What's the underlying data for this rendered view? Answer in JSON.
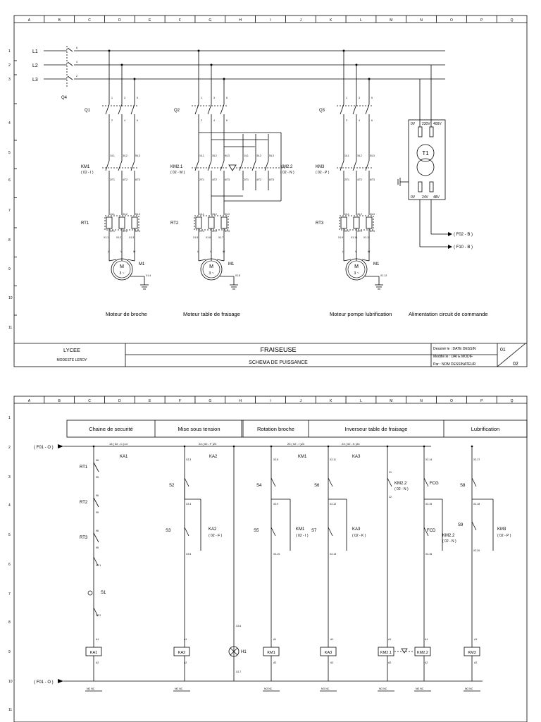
{
  "grid_columns": [
    "A",
    "B",
    "C",
    "D",
    "E",
    "F",
    "G",
    "H",
    "I",
    "J",
    "K",
    "L",
    "M",
    "N",
    "O",
    "P",
    "Q"
  ],
  "sheet1": {
    "rows": [
      "1",
      "2",
      "3",
      "4",
      "5",
      "6",
      "7",
      "8",
      "9",
      "10",
      "11"
    ],
    "lines": [
      "L1",
      "L2",
      "L3"
    ],
    "line_terms": [
      "6",
      "4",
      "2",
      "1",
      "3",
      "5"
    ],
    "q4": "Q4",
    "motors": [
      {
        "q": "Q1",
        "km": "KM1",
        "km_ref": "( 02 - I )",
        "rt": "RT1",
        "m": "M1",
        "xs": [
          "X1.1",
          "X1.2",
          "X1.3"
        ],
        "xe": "X1.4",
        "caption": "Moteur de broche"
      },
      {
        "q": "Q2",
        "km": "KM2.1",
        "km_ref": "( 02 - M )",
        "km2": "KM2.2",
        "km2_ref": "( 02 - N )",
        "rt": "RT2",
        "m": "M1",
        "xs": [
          "X1.5",
          "X1.6",
          "X1.7"
        ],
        "xe": "X1.8",
        "caption": "Moteur table de fraisage"
      },
      {
        "q": "Q3",
        "km": "KM3",
        "km_ref": "( 02 - P )",
        "rt": "RT3",
        "m": "M1",
        "xs": [
          "X1.9",
          "X1.10",
          "X1.11"
        ],
        "xe": "X1.12",
        "caption": "Moteur pompe lubrification"
      }
    ],
    "pole_top": [
      "1",
      "3",
      "5"
    ],
    "pole_mid": [
      "2",
      "4",
      "6"
    ],
    "km_top": [
      "1/L1",
      "3/L2",
      "5/L3"
    ],
    "km_bot": [
      "2/T1",
      "4/T2",
      "6/T3"
    ],
    "rt_top": [
      "1/L1",
      "3/L2",
      "5/L3"
    ],
    "rt_bot": [
      "2/T1",
      "4/T2",
      "6/T3"
    ],
    "uvw": [
      "U",
      "V",
      "W"
    ],
    "motor_m": "M",
    "motor_3": "3 ~",
    "transformer": {
      "name": "T1",
      "top": [
        "0V",
        "230V",
        "400V"
      ],
      "bottom": [
        "0V",
        "24V",
        "48V"
      ]
    },
    "outputs": [
      "( F02 - B )",
      "( F10 - B )"
    ],
    "supply_caption": "Alimentation circuit de commande",
    "title_block": {
      "school": "LYCEE",
      "school_name": "MODESTE LEROY",
      "title": "FRAISEUSE",
      "subtitle": "SCHEMA DE PUISSANCE",
      "drawn": "Dessiné le :  DATE DESSIN",
      "modified": "Modifié le :    DATE MODIF",
      "by": "Par :  NOM DESSINATEUR",
      "folio": "01",
      "total": "02"
    }
  },
  "sheet2": {
    "rows": [
      "1",
      "2",
      "3",
      "4",
      "5",
      "6",
      "7",
      "8",
      "9",
      "10",
      "11"
    ],
    "sections": [
      "Chaine de securité",
      "Mise sous tension",
      "Rotation broche",
      "Inverseur table de fraisage",
      "Lubrification"
    ],
    "supply_top": "( F01 - O )",
    "supply_bottom": "( F01 - O )",
    "top_refs": [
      "13  ( 02 - C )14",
      "23  ( 02 - F )24",
      "23  ( 02 - I )24",
      "23  ( 02 - K )24"
    ],
    "top_names": [
      "KA1",
      "KA2",
      "KM1",
      "KA3"
    ],
    "safety": {
      "rt": [
        "RT1",
        "RT2",
        "RT3"
      ],
      "s1": "S1",
      "terms": [
        "95",
        "96",
        "X2.1",
        "X2.2",
        "A1",
        "A2"
      ]
    },
    "power": {
      "s2": "S2",
      "s3": "S3",
      "ka2": "KA2",
      "ka2_ref": "( 02 - F )",
      "terms": [
        "X2.3",
        "X2.4",
        "X2.5",
        "13",
        "14"
      ]
    },
    "h1": {
      "name": "H1",
      "terms": [
        "X2.6",
        "X2.7",
        "X1",
        "X2"
      ]
    },
    "spindle": {
      "s4": "S4",
      "s5": "S5",
      "km1": "KM1",
      "km1_ref": "( 02 - I )",
      "terms": [
        "X2.8",
        "X2.9",
        "X2.10",
        "13",
        "14"
      ]
    },
    "table": {
      "s6": "S6",
      "s7": "S7",
      "ka3": "KA3",
      "ka3_ref": "( 02 - K )",
      "km22": "KM2.2",
      "km22_ref": "( 02 - N )",
      "fcg": "FCG",
      "fcd": "FCD",
      "km22b": "KM2.2",
      "km22b_ref": "( 02 - N )",
      "terms": [
        "X2.11",
        "X2.12",
        "X2.13",
        "X2.14",
        "X2.15",
        "X2.16",
        "21",
        "22"
      ]
    },
    "lub": {
      "s8": "S8",
      "s9": "S9",
      "km3": "KM3",
      "km3_ref": "( 02 - P )",
      "terms": [
        "X2.17",
        "X2.18",
        "X2.20"
      ]
    },
    "coils": [
      "KA1",
      "KA2",
      "KM1",
      "KA3",
      "KM2.1",
      "KM2.2",
      "KM3"
    ],
    "nonc": "NO  NC"
  }
}
